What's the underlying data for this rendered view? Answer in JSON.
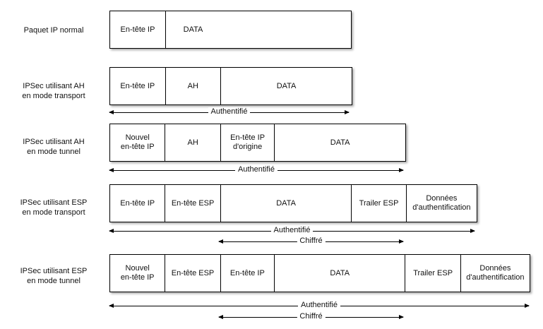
{
  "rows": [
    {
      "label": "Paquet IP normal",
      "segments": [
        "En-tête IP",
        "DATA"
      ],
      "arrows": []
    },
    {
      "label": "IPSec utilisant AH\nen mode transport",
      "segments": [
        "En-tête IP",
        "AH",
        "DATA"
      ],
      "arrows": [
        "Authentifié"
      ]
    },
    {
      "label": "IPSec utilisant AH\nen mode tunnel",
      "segments": [
        "Nouvel\nen-tête IP",
        "AH",
        "En-tête IP\nd'origine",
        "DATA"
      ],
      "arrows": [
        "Authentifié"
      ]
    },
    {
      "label": "IPSec utilisant ESP\nen mode transport",
      "segments": [
        "En-tête IP",
        "En-tête ESP",
        "DATA",
        "Trailer ESP",
        "Données\nd'authentification"
      ],
      "arrows": [
        "Authentifié",
        "Chiffré"
      ]
    },
    {
      "label": "IPSec utilisant ESP\nen mode tunnel",
      "segments": [
        "Nouvel\nen-tête IP",
        "En-tête ESP",
        "En-tête IP",
        "DATA",
        "Trailer ESP",
        "Données\nd'authentification"
      ],
      "arrows": [
        "Authentifié",
        "Chiffré"
      ]
    }
  ]
}
